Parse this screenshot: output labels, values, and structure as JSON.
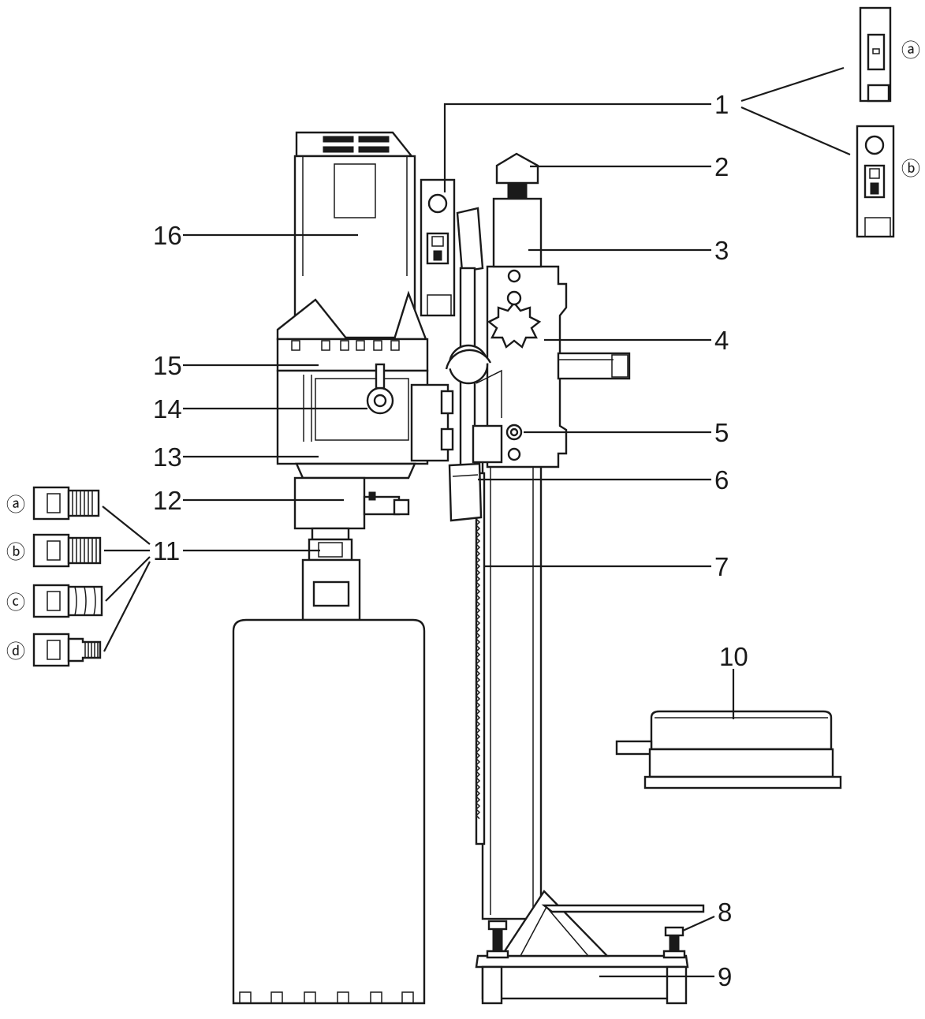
{
  "callouts": [
    {
      "id": "1",
      "label": "1"
    },
    {
      "id": "2",
      "label": "2"
    },
    {
      "id": "3",
      "label": "3"
    },
    {
      "id": "4",
      "label": "4"
    },
    {
      "id": "5",
      "label": "5"
    },
    {
      "id": "6",
      "label": "6"
    },
    {
      "id": "7",
      "label": "7"
    },
    {
      "id": "8",
      "label": "8"
    },
    {
      "id": "9",
      "label": "9"
    },
    {
      "id": "10",
      "label": "10"
    },
    {
      "id": "11",
      "label": "11"
    },
    {
      "id": "12",
      "label": "12"
    },
    {
      "id": "13",
      "label": "13"
    },
    {
      "id": "14",
      "label": "14"
    },
    {
      "id": "15",
      "label": "15"
    },
    {
      "id": "16",
      "label": "16"
    }
  ],
  "switch_variants": [
    {
      "marker": "ⓐ"
    },
    {
      "marker": "ⓑ"
    }
  ],
  "adapter_variants": [
    {
      "marker": "ⓐ"
    },
    {
      "marker": "ⓑ"
    },
    {
      "marker": "ⓒ"
    },
    {
      "marker": "ⓓ"
    }
  ]
}
